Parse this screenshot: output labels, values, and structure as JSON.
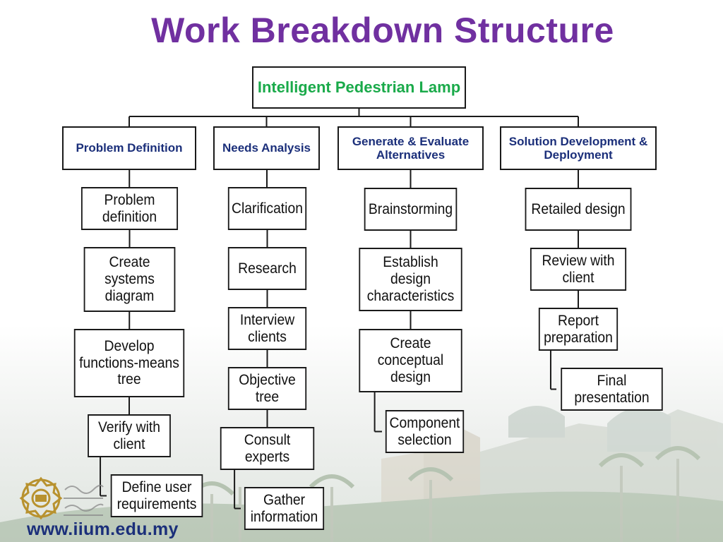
{
  "colors": {
    "title": "#7030a0",
    "root_text": "#1aaa4a",
    "category_text": "#1b2f7a",
    "url_text": "#1b2f7a",
    "connector": "#1a1a1a"
  },
  "slide": {
    "title": "Work Breakdown Structure",
    "url": "www.iium.edu.my"
  },
  "root": {
    "label": "Intelligent Pedestrian Lamp"
  },
  "categories": [
    {
      "label": "Problem Definition",
      "tasks": [
        "Problem definition",
        "Create systems diagram",
        "Develop functions-means tree",
        "Verify with client",
        "Define user requirements"
      ]
    },
    {
      "label": "Needs Analysis",
      "tasks": [
        "Clarification",
        "Research",
        "Interview clients",
        "Objective tree",
        "Consult experts",
        "Gather information"
      ]
    },
    {
      "label": "Generate & Evaluate Alternatives",
      "tasks": [
        "Brainstorming",
        "Establish design characteristics",
        "Create conceptual design",
        "Component selection"
      ]
    },
    {
      "label": "Solution Development & Deployment",
      "tasks": [
        "Retailed design",
        "Review with client",
        "Report preparation",
        "Final presentation"
      ]
    }
  ],
  "icons": [
    "university-seal-icon",
    "university-wordmark-icon"
  ]
}
